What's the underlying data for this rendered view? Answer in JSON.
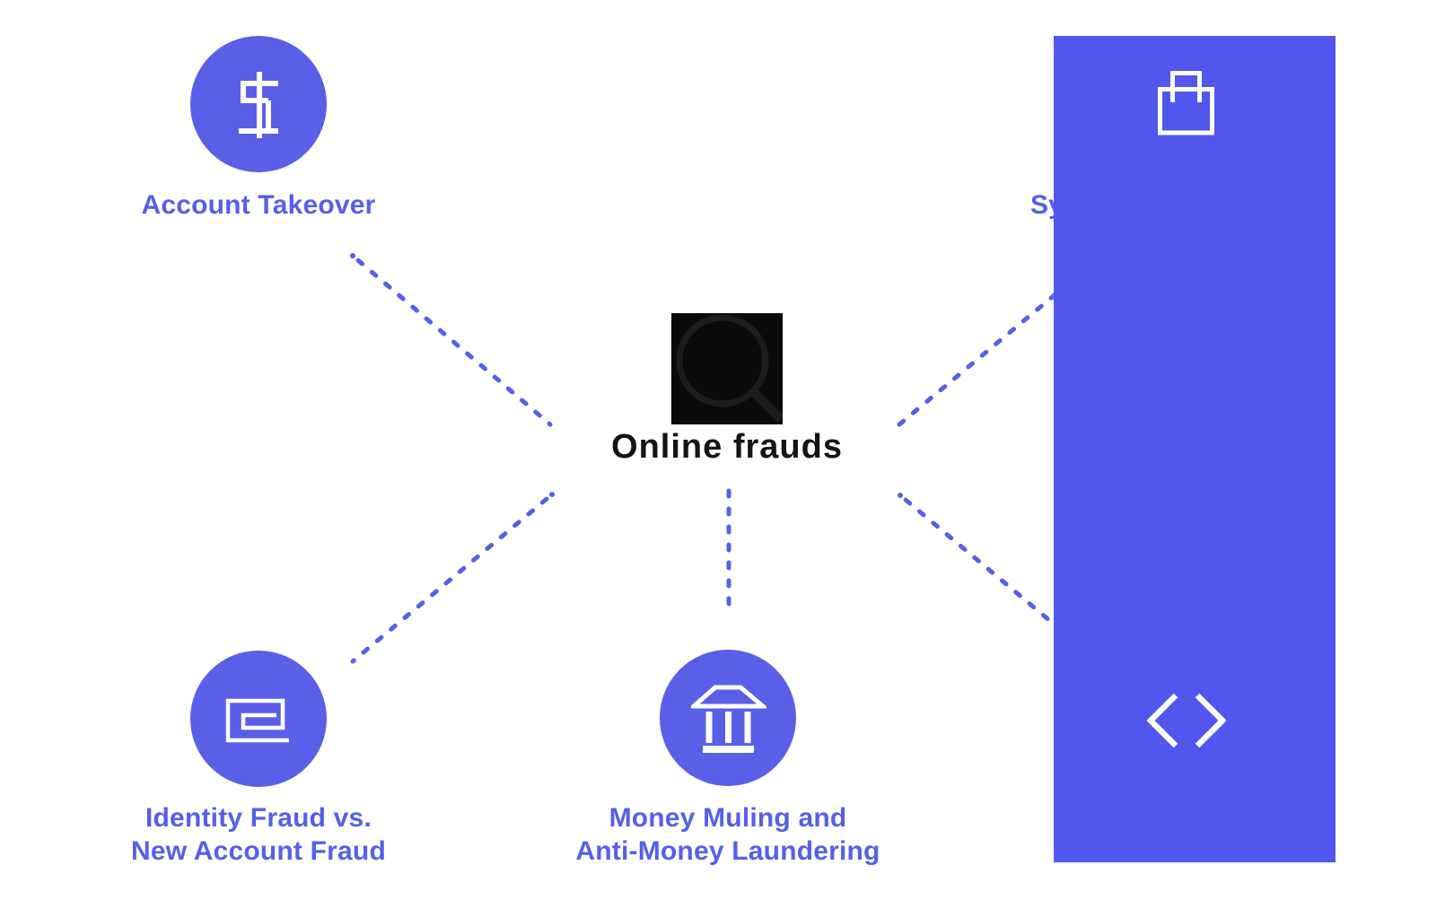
{
  "diagram": {
    "center": {
      "title": "Online frauds",
      "icon": "magnifier-icon"
    },
    "nodes": {
      "account_takeover": {
        "label": "Account Takeover",
        "icon": "dollar-icon"
      },
      "synthetic": {
        "visible_label": "Sy",
        "icon": "shopping-bag-icon"
      },
      "identity": {
        "lines": [
          "Identity Fraud vs.",
          "New Account Fraud"
        ],
        "icon": "spiral-e-icon"
      },
      "money_muling": {
        "lines": [
          "Money Muling and",
          "Anti-Money Laundering"
        ],
        "icon": "bank-icon"
      },
      "bottom_right": {
        "icon": "code-icon"
      }
    },
    "colors": {
      "circle_fill": "#5A5FE8",
      "panel_fill": "#5156EC",
      "dash_stroke": "#5560E8",
      "label_text": "#5560E8",
      "center_square": "#0A0A0A",
      "center_glass": "#1D1D1D",
      "title_text": "#141414",
      "icon_stroke": "#FFFFFF"
    }
  }
}
